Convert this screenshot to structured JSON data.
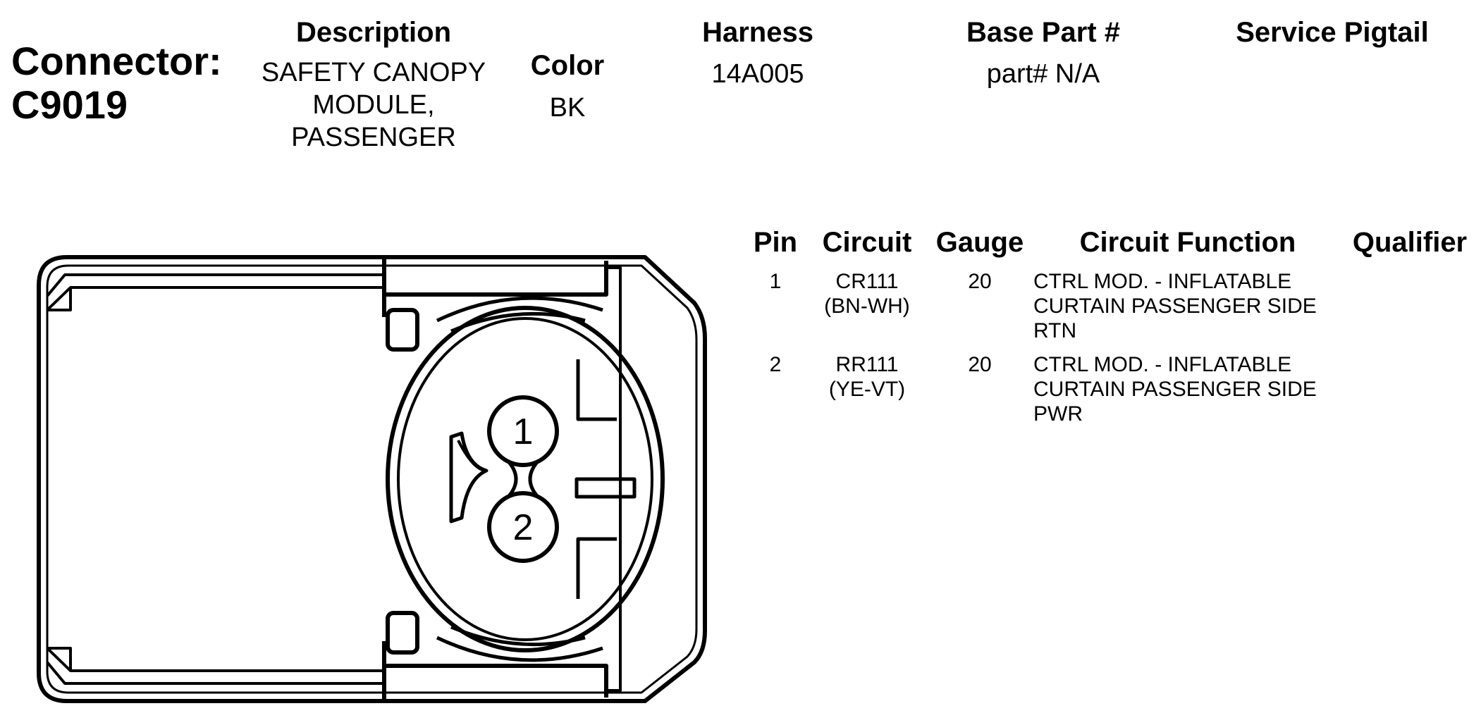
{
  "connector": {
    "label": "Connector:",
    "id": "C9019"
  },
  "description": {
    "header": "Description",
    "lines": [
      "SAFETY CANOPY",
      "MODULE,",
      "PASSENGER"
    ]
  },
  "color": {
    "header": "Color",
    "value": "BK"
  },
  "harness": {
    "header": "Harness",
    "value": "14A005"
  },
  "base_part": {
    "header": "Base Part #",
    "value": "part# N/A"
  },
  "service_pigtail": {
    "header": "Service Pigtail",
    "value": ""
  },
  "pin_table": {
    "headers": {
      "pin": "Pin",
      "circuit": "Circuit",
      "gauge": "Gauge",
      "function": "Circuit Function",
      "qualifier": "Qualifier"
    },
    "rows": [
      {
        "pin": "1",
        "circuit": [
          "CR111",
          "(BN-WH)"
        ],
        "gauge": "20",
        "function": [
          "CTRL MOD. - INFLATABLE",
          "CURTAIN PASSENGER SIDE",
          "RTN"
        ],
        "qualifier": ""
      },
      {
        "pin": "2",
        "circuit": [
          "RR111",
          "(YE-VT)"
        ],
        "gauge": "20",
        "function": [
          "CTRL MOD. - INFLATABLE",
          "CURTAIN PASSENGER SIDE",
          "PWR"
        ],
        "qualifier": ""
      }
    ]
  },
  "diagram": {
    "pin_labels": [
      "1",
      "2"
    ]
  }
}
